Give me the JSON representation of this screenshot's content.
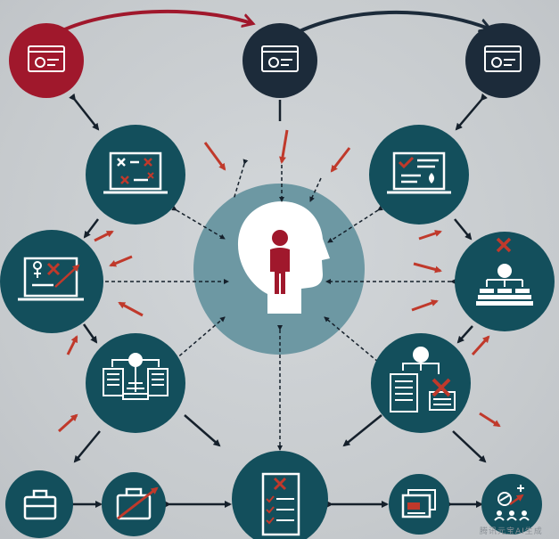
{
  "colors": {
    "background": "#c9cdd1",
    "teal": "#134f5c",
    "navy": "#1c2b3a",
    "crimson": "#a0182c",
    "red_arrow": "#c0392b",
    "hub": "#6d98a3",
    "icon_white": "#ffffff",
    "dark_arrow": "#15202b"
  },
  "nodes": [
    {
      "id": "top-left-monitor",
      "color": "crimson",
      "icon": "monitor-icon"
    },
    {
      "id": "top-center-monitor",
      "color": "navy",
      "icon": "monitor-icon"
    },
    {
      "id": "top-right-monitor",
      "color": "navy",
      "icon": "monitor-icon"
    },
    {
      "id": "left-laptop-checklist",
      "color": "teal",
      "icon": "laptop-checklist-icon"
    },
    {
      "id": "right-laptop-document",
      "color": "teal",
      "icon": "laptop-document-icon"
    },
    {
      "id": "left-laptop-chart",
      "color": "teal",
      "icon": "laptop-chart-icon"
    },
    {
      "id": "right-org-chart",
      "color": "teal",
      "icon": "org-chart-icon"
    },
    {
      "id": "left-network-server",
      "color": "teal",
      "icon": "network-server-icon"
    },
    {
      "id": "right-network-docs",
      "color": "teal",
      "icon": "network-documents-icon"
    },
    {
      "id": "bottom-left-briefcase",
      "color": "teal",
      "icon": "briefcase-icon"
    },
    {
      "id": "bottom-briefcase-growth",
      "color": "teal",
      "icon": "briefcase-growth-icon"
    },
    {
      "id": "bottom-center-checklist",
      "color": "teal",
      "icon": "checklist-document-icon"
    },
    {
      "id": "bottom-folder",
      "color": "teal",
      "icon": "folder-icon"
    },
    {
      "id": "bottom-right-people",
      "color": "teal",
      "icon": "people-network-icon"
    }
  ],
  "hub": {
    "icon": "human-head-icon"
  },
  "watermark": "腾讯元宝AI生成"
}
